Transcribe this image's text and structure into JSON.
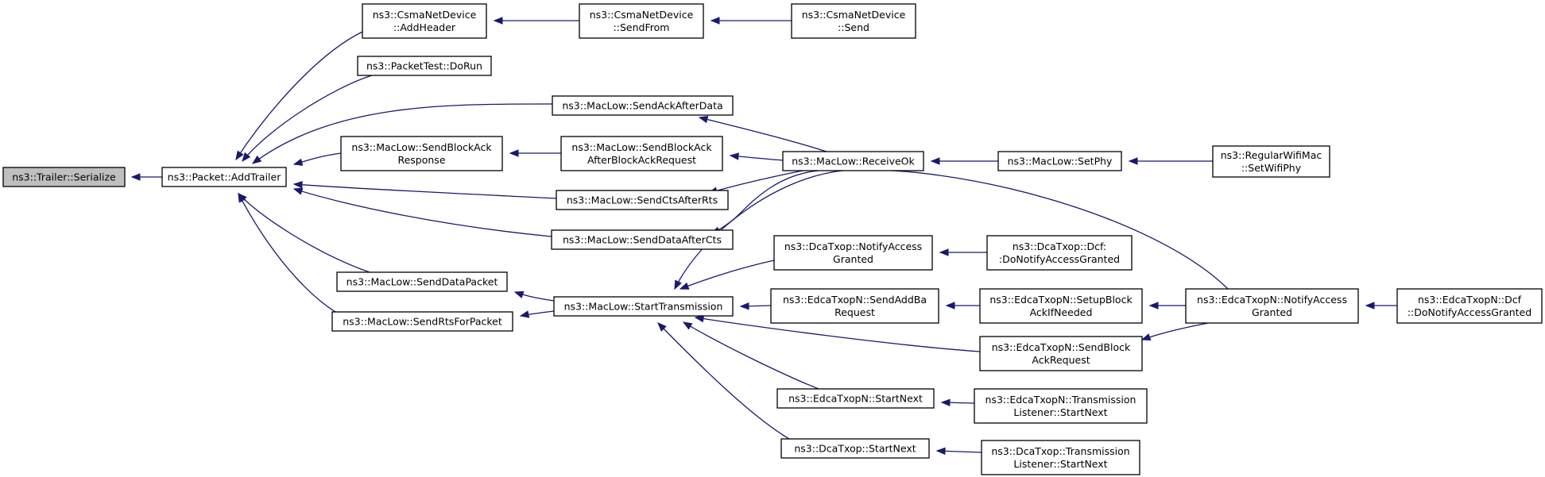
{
  "diagram": {
    "colors": {
      "edge": "#191970",
      "node_fill": "#ffffff",
      "root_fill": "#bfbfbf",
      "border": "#000000"
    },
    "nodes": [
      {
        "id": "serialize",
        "lines": [
          "ns3::Trailer::Serialize"
        ],
        "root": true
      },
      {
        "id": "addtrailer",
        "lines": [
          "ns3::Packet::AddTrailer"
        ]
      },
      {
        "id": "csma_addheader",
        "lines": [
          "ns3::CsmaNetDevice",
          "::AddHeader"
        ]
      },
      {
        "id": "csma_sendfrom",
        "lines": [
          "ns3::CsmaNetDevice",
          "::SendFrom"
        ]
      },
      {
        "id": "csma_send",
        "lines": [
          "ns3::CsmaNetDevice",
          "::Send"
        ]
      },
      {
        "id": "packettest",
        "lines": [
          "ns3::PacketTest::DoRun"
        ]
      },
      {
        "id": "sendackafterdata",
        "lines": [
          "ns3::MacLow::SendAckAfterData"
        ]
      },
      {
        "id": "sendblockackresponse",
        "lines": [
          "ns3::MacLow::SendBlockAck",
          "Response"
        ]
      },
      {
        "id": "sendblockackafterbar",
        "lines": [
          "ns3::MacLow::SendBlockAck",
          "AfterBlockAckRequest"
        ]
      },
      {
        "id": "receiveok",
        "lines": [
          "ns3::MacLow::ReceiveOk"
        ]
      },
      {
        "id": "setphy",
        "lines": [
          "ns3::MacLow::SetPhy"
        ]
      },
      {
        "id": "regularwifimac",
        "lines": [
          "ns3::RegularWifiMac",
          "::SetWifiPhy"
        ]
      },
      {
        "id": "sendctsafterrts",
        "lines": [
          "ns3::MacLow::SendCtsAfterRts"
        ]
      },
      {
        "id": "senddataaftercts",
        "lines": [
          "ns3::MacLow::SendDataAfterCts"
        ]
      },
      {
        "id": "senddatapacket",
        "lines": [
          "ns3::MacLow::SendDataPacket"
        ]
      },
      {
        "id": "sendrtsforpacket",
        "lines": [
          "ns3::MacLow::SendRtsForPacket"
        ]
      },
      {
        "id": "starttransmission",
        "lines": [
          "ns3::MacLow::StartTransmission"
        ]
      },
      {
        "id": "dca_notifyaccessgranted",
        "lines": [
          "ns3::DcaTxop::NotifyAccess",
          "Granted"
        ]
      },
      {
        "id": "dca_dcf_donotify",
        "lines": [
          "ns3::DcaTxop::Dcf:",
          ":DoNotifyAccessGranted"
        ]
      },
      {
        "id": "edca_sendaddba",
        "lines": [
          "ns3::EdcaTxopN::SendAddBa",
          "Request"
        ]
      },
      {
        "id": "edca_setupblockack",
        "lines": [
          "ns3::EdcaTxopN::SetupBlock",
          "AckIfNeeded"
        ]
      },
      {
        "id": "edca_notifyaccessgranted",
        "lines": [
          "ns3::EdcaTxopN::NotifyAccess",
          "Granted"
        ]
      },
      {
        "id": "edca_dcf_donotify",
        "lines": [
          "ns3::EdcaTxopN::Dcf",
          "::DoNotifyAccessGranted"
        ]
      },
      {
        "id": "edca_sendblockackrequest",
        "lines": [
          "ns3::EdcaTxopN::SendBlock",
          "AckRequest"
        ]
      },
      {
        "id": "edca_startnext",
        "lines": [
          "ns3::EdcaTxopN::StartNext"
        ]
      },
      {
        "id": "edca_translistener",
        "lines": [
          "ns3::EdcaTxopN::Transmission",
          "Listener::StartNext"
        ]
      },
      {
        "id": "dca_startnext",
        "lines": [
          "ns3::DcaTxop::StartNext"
        ]
      },
      {
        "id": "dca_translistener",
        "lines": [
          "ns3::DcaTxop::Transmission",
          "Listener::StartNext"
        ]
      }
    ],
    "edges": [
      {
        "from": "addtrailer",
        "to": "serialize"
      },
      {
        "from": "csma_addheader",
        "to": "addtrailer"
      },
      {
        "from": "packettest",
        "to": "addtrailer"
      },
      {
        "from": "sendackafterdata",
        "to": "addtrailer"
      },
      {
        "from": "sendblockackresponse",
        "to": "addtrailer"
      },
      {
        "from": "sendctsafterrts",
        "to": "addtrailer"
      },
      {
        "from": "senddataaftercts",
        "to": "addtrailer"
      },
      {
        "from": "senddatapacket",
        "to": "addtrailer"
      },
      {
        "from": "sendrtsforpacket",
        "to": "addtrailer"
      },
      {
        "from": "csma_sendfrom",
        "to": "csma_addheader"
      },
      {
        "from": "csma_send",
        "to": "csma_sendfrom"
      },
      {
        "from": "receiveok",
        "to": "sendackafterdata"
      },
      {
        "from": "sendblockackafterbar",
        "to": "sendblockackresponse"
      },
      {
        "from": "receiveok",
        "to": "sendblockackafterbar"
      },
      {
        "from": "receiveok",
        "to": "sendctsafterrts"
      },
      {
        "from": "receiveok",
        "to": "senddataaftercts"
      },
      {
        "from": "setphy",
        "to": "receiveok"
      },
      {
        "from": "regularwifimac",
        "to": "setphy"
      },
      {
        "from": "starttransmission",
        "to": "senddatapacket"
      },
      {
        "from": "starttransmission",
        "to": "sendrtsforpacket"
      },
      {
        "from": "dca_notifyaccessgranted",
        "to": "starttransmission"
      },
      {
        "from": "edca_sendaddba",
        "to": "starttransmission"
      },
      {
        "from": "edca_sendblockackrequest",
        "to": "starttransmission"
      },
      {
        "from": "edca_startnext",
        "to": "starttransmission"
      },
      {
        "from": "dca_startnext",
        "to": "starttransmission"
      },
      {
        "from": "edca_notifyaccessgranted",
        "to": "starttransmission"
      },
      {
        "from": "dca_dcf_donotify",
        "to": "dca_notifyaccessgranted"
      },
      {
        "from": "edca_setupblockack",
        "to": "edca_sendaddba"
      },
      {
        "from": "edca_notifyaccessgranted",
        "to": "edca_setupblockack"
      },
      {
        "from": "edca_notifyaccessgranted",
        "to": "edca_sendblockackrequest"
      },
      {
        "from": "edca_dcf_donotify",
        "to": "edca_notifyaccessgranted"
      },
      {
        "from": "edca_translistener",
        "to": "edca_startnext"
      },
      {
        "from": "dca_translistener",
        "to": "dca_startnext"
      }
    ]
  }
}
